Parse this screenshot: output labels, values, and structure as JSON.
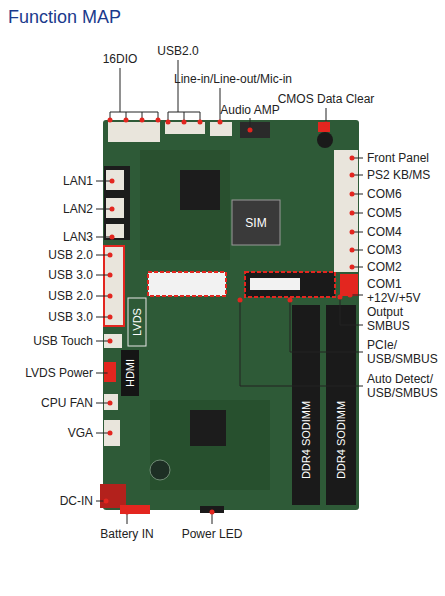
{
  "diagram": {
    "title": "Function MAP",
    "labels": [
      "16DIO",
      "USB2.0",
      "Line-in/Line-out/Mic-in",
      "Audio AMP",
      "CMOS Data Clear",
      "Front Panel",
      "PS2 KB/MS",
      "COM6",
      "COM5",
      "COM4",
      "COM3",
      "COM2",
      "COM1",
      "+12V/+5V Output",
      "SMBUS",
      "PCIe/ USB/SMBUS",
      "Auto Detect/ USB/SMBUS",
      "LAN1",
      "LAN2",
      "LAN3",
      "USB 2.0",
      "USB 3.0",
      "USB 2.0",
      "USB 3.0",
      "USB Touch",
      "LVDS Power",
      "CPU FAN",
      "VGA",
      "DC-IN",
      "Battery IN",
      "Power LED",
      "SIM",
      "LVDS",
      "HDMI",
      "DDR4 SODIMM",
      "DDR4 SODIMM"
    ]
  }
}
